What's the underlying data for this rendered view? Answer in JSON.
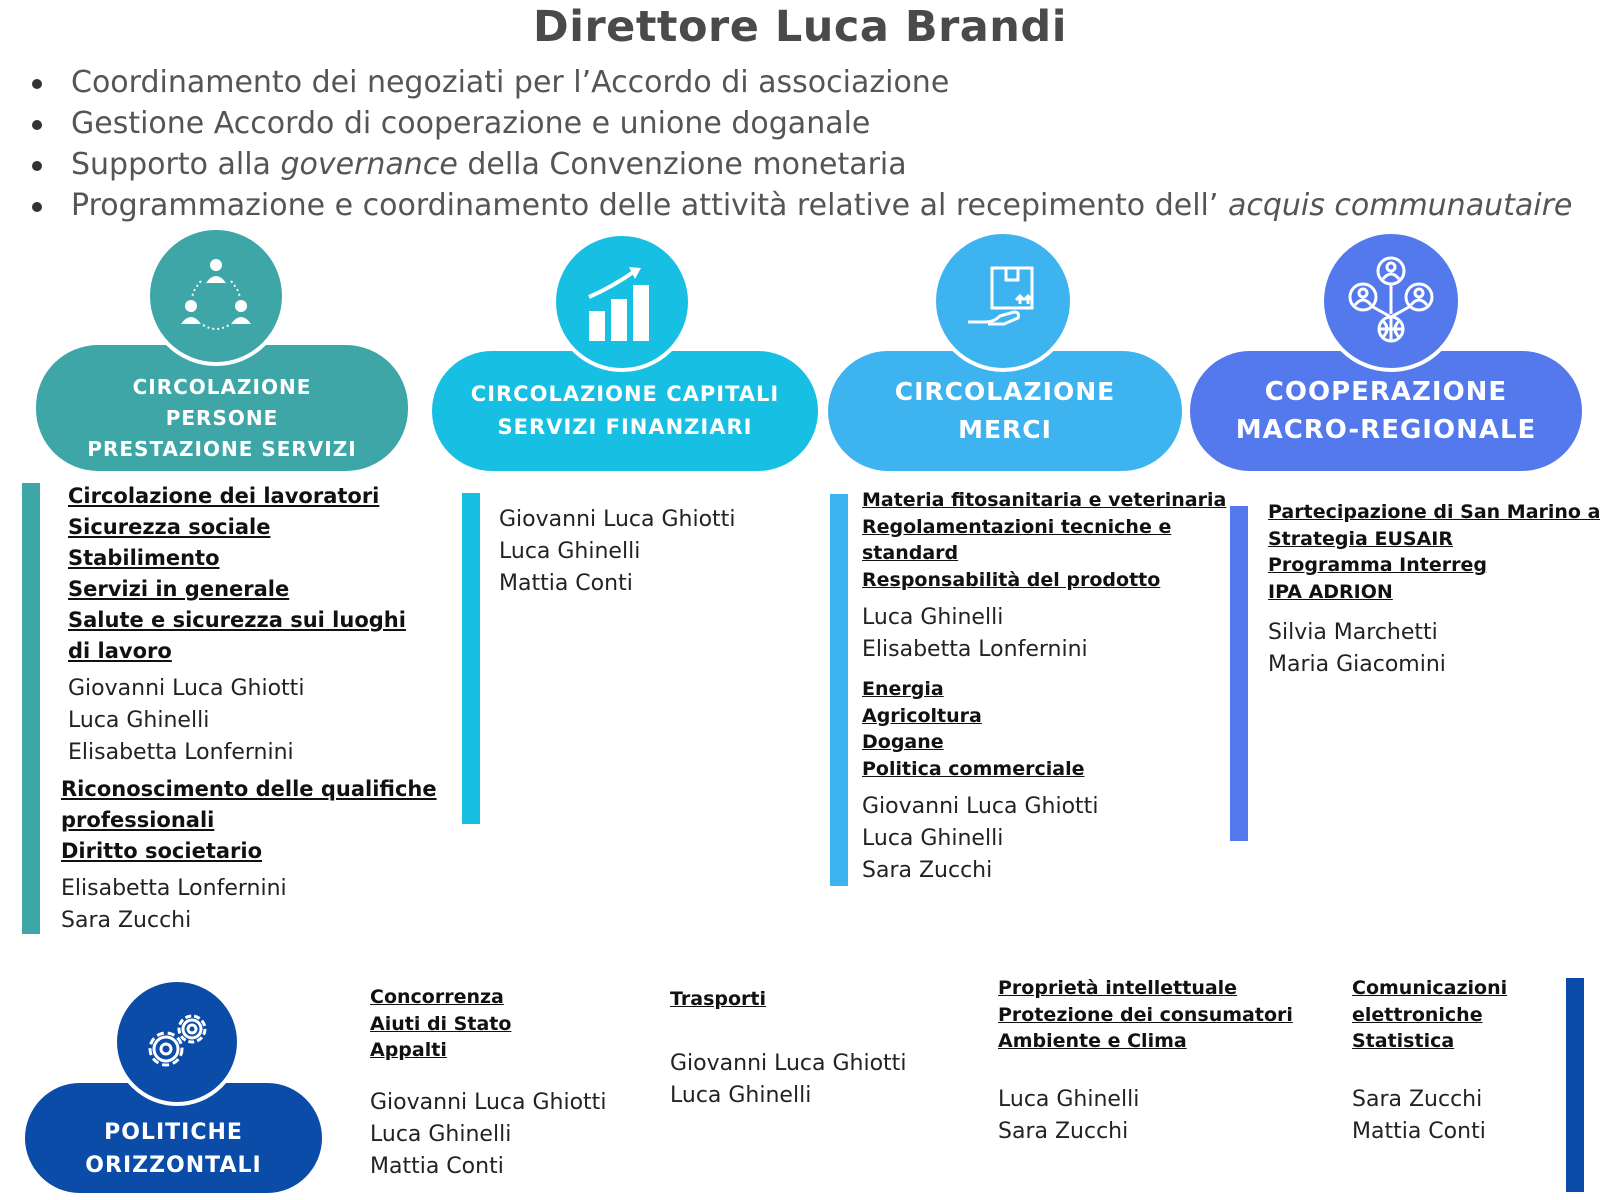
{
  "title": "Direttore Luca Brandi",
  "bullets": [
    {
      "text": "Coordinamento dei negoziati per l’Accordo di associazione"
    },
    {
      "text": "Gestione Accordo di cooperazione e unione doganale"
    },
    {
      "pre": "Supporto alla ",
      "em": "governance",
      "post": " della Convenzione monetaria"
    },
    {
      "pre": "Programmazione e coordinamento delle attività relative al recepimento dell’ ",
      "em": "acquis communautaire",
      "post": ""
    }
  ],
  "colors": {
    "teal": "#3fa6a7",
    "cyan": "#17bfe3",
    "lightblue": "#3db4f0",
    "violet": "#5479ec",
    "navy": "#0a4ca8"
  },
  "units": [
    {
      "label_lines": [
        "CIRCOLAZIONE",
        "PERSONE",
        "PRESTAZIONE SERVIZI"
      ],
      "icon": "people-network-icon",
      "blocks": [
        {
          "topics": [
            "Circolazione dei lavoratori",
            "Sicurezza sociale",
            "Stabilimento",
            "Servizi in generale",
            "Salute e sicurezza sui luoghi ",
            "di lavoro"
          ],
          "names": [
            "Giovanni Luca Ghiotti",
            "Luca Ghinelli",
            "Elisabetta Lonfernini"
          ]
        },
        {
          "topics": [
            "Riconoscimento delle qualifiche ",
            "professionali",
            "Diritto societario"
          ],
          "names": [
            "Elisabetta Lonfernini",
            "Sara Zucchi"
          ]
        }
      ]
    },
    {
      "label_lines": [
        "CIRCOLAZIONE CAPITALI",
        "SERVIZI FINANZIARI"
      ],
      "icon": "growth-chart-icon",
      "blocks": [
        {
          "topics": [],
          "names": [
            "Giovanni Luca Ghiotti",
            "Luca Ghinelli",
            "Mattia Conti"
          ]
        }
      ]
    },
    {
      "label_lines": [
        "CIRCOLAZIONE",
        "MERCI"
      ],
      "icon": "package-hand-icon",
      "blocks": [
        {
          "topics": [
            "Materia fitosanitaria e veterinaria",
            "Regolamentazioni tecniche e",
            "standard",
            "Responsabilità del prodotto"
          ],
          "names": [
            "Luca Ghinelli",
            "Elisabetta Lonfernini"
          ]
        },
        {
          "topics": [
            "Energia",
            "Agricoltura",
            "Dogane",
            "Politica commerciale"
          ],
          "names": [
            "Giovanni Luca Ghiotti",
            "Luca Ghinelli",
            "Sara Zucchi"
          ]
        }
      ]
    },
    {
      "label_lines": [
        "COOPERAZIONE",
        "MACRO-REGIONALE"
      ],
      "icon": "global-network-icon",
      "blocks": [
        {
          "topics": [
            "Partecipazione di San Marino alla",
            "Strategia EUSAIR",
            "Programma Interreg",
            "IPA ADRION"
          ],
          "names": [
            "Silvia Marchetti",
            "Maria Giacomini"
          ]
        }
      ]
    }
  ],
  "horizontal": {
    "label_lines": [
      "POLITICHE",
      "ORIZZONTALI"
    ],
    "icon": "gears-icon",
    "groups": [
      {
        "topics": [
          "Concorrenza",
          "Aiuti di Stato",
          "Appalti"
        ],
        "names": [
          "Giovanni Luca Ghiotti",
          "Luca Ghinelli",
          "Mattia Conti"
        ]
      },
      {
        "topics": [
          "Trasporti"
        ],
        "names": [
          "Giovanni Luca Ghiotti",
          "Luca Ghinelli"
        ]
      },
      {
        "topics": [
          "Proprietà intellettuale",
          "Protezione dei consumatori",
          "Ambiente e Clima"
        ],
        "names": [
          "Luca Ghinelli",
          "Sara Zucchi"
        ]
      },
      {
        "topics": [
          "Comunicazioni",
          "elettroniche",
          "Statistica"
        ],
        "names": [
          "Sara Zucchi",
          "Mattia Conti"
        ]
      }
    ]
  }
}
